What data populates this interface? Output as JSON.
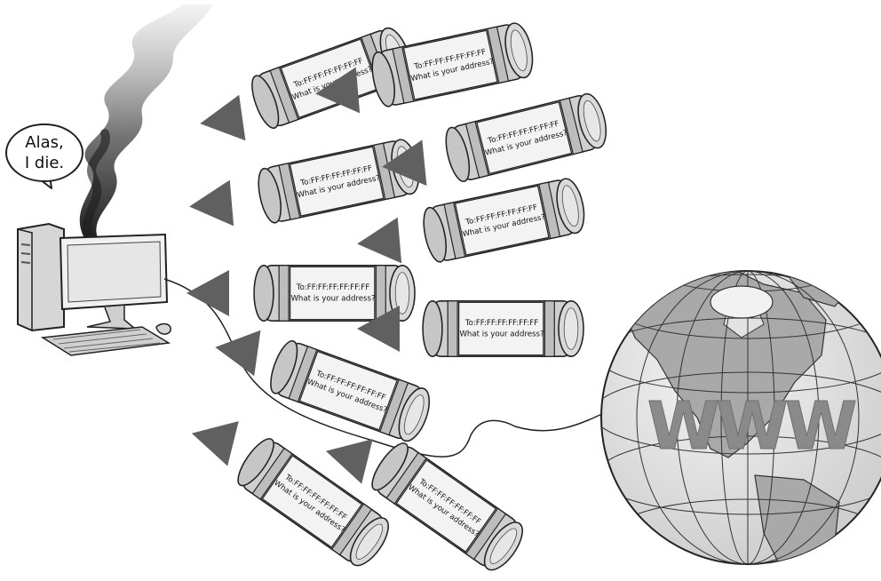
{
  "speech_bubble": {
    "line1": "Alas,",
    "line2": "I die."
  },
  "packet_label": {
    "to": "To:FF:FF:FF:FF:FF:FF",
    "question": "What is your address?"
  },
  "globe_label": "WWW",
  "colors": {
    "canister_body": "#cfcfcf",
    "canister_cap": "#d9d9d9",
    "label_paper": "#f3f3f3",
    "arrow": "#606060",
    "outline": "#222222",
    "smoke": "#555555",
    "globe_fill": "#dcdcdc",
    "land": "#a9a9a9",
    "www_text": "#8a8a8a"
  }
}
